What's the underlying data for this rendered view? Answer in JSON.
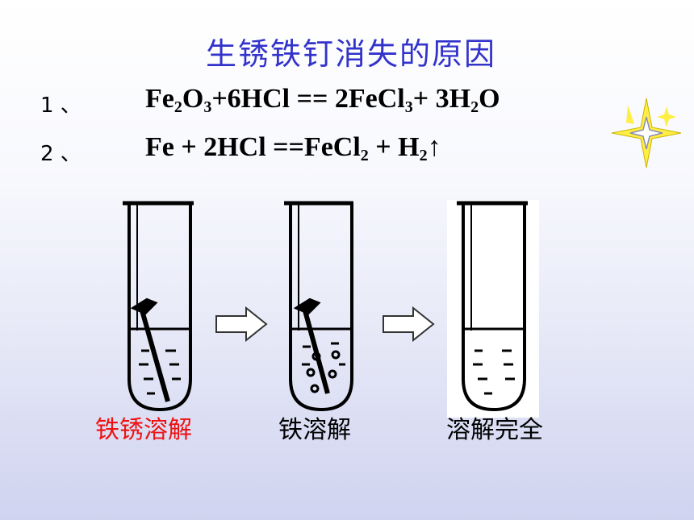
{
  "title": "生锈铁钉消失的原因",
  "equations": [
    {
      "num": "1 、",
      "parts": [
        "Fe",
        "2",
        "O",
        "3",
        "+6HCl == 2FeCl",
        "3",
        "+ 3H",
        "2",
        "O"
      ]
    },
    {
      "num": "2 、",
      "parts": [
        "Fe + 2HCl ==FeCl",
        "2",
        " + H",
        "2",
        "↑"
      ]
    }
  ],
  "captions": [
    "铁锈溶解",
    "铁溶解",
    "溶解完全"
  ],
  "colors": {
    "title": "#3333cc",
    "caption_highlight": "#ee1111",
    "sparkle": "#ffee44"
  }
}
